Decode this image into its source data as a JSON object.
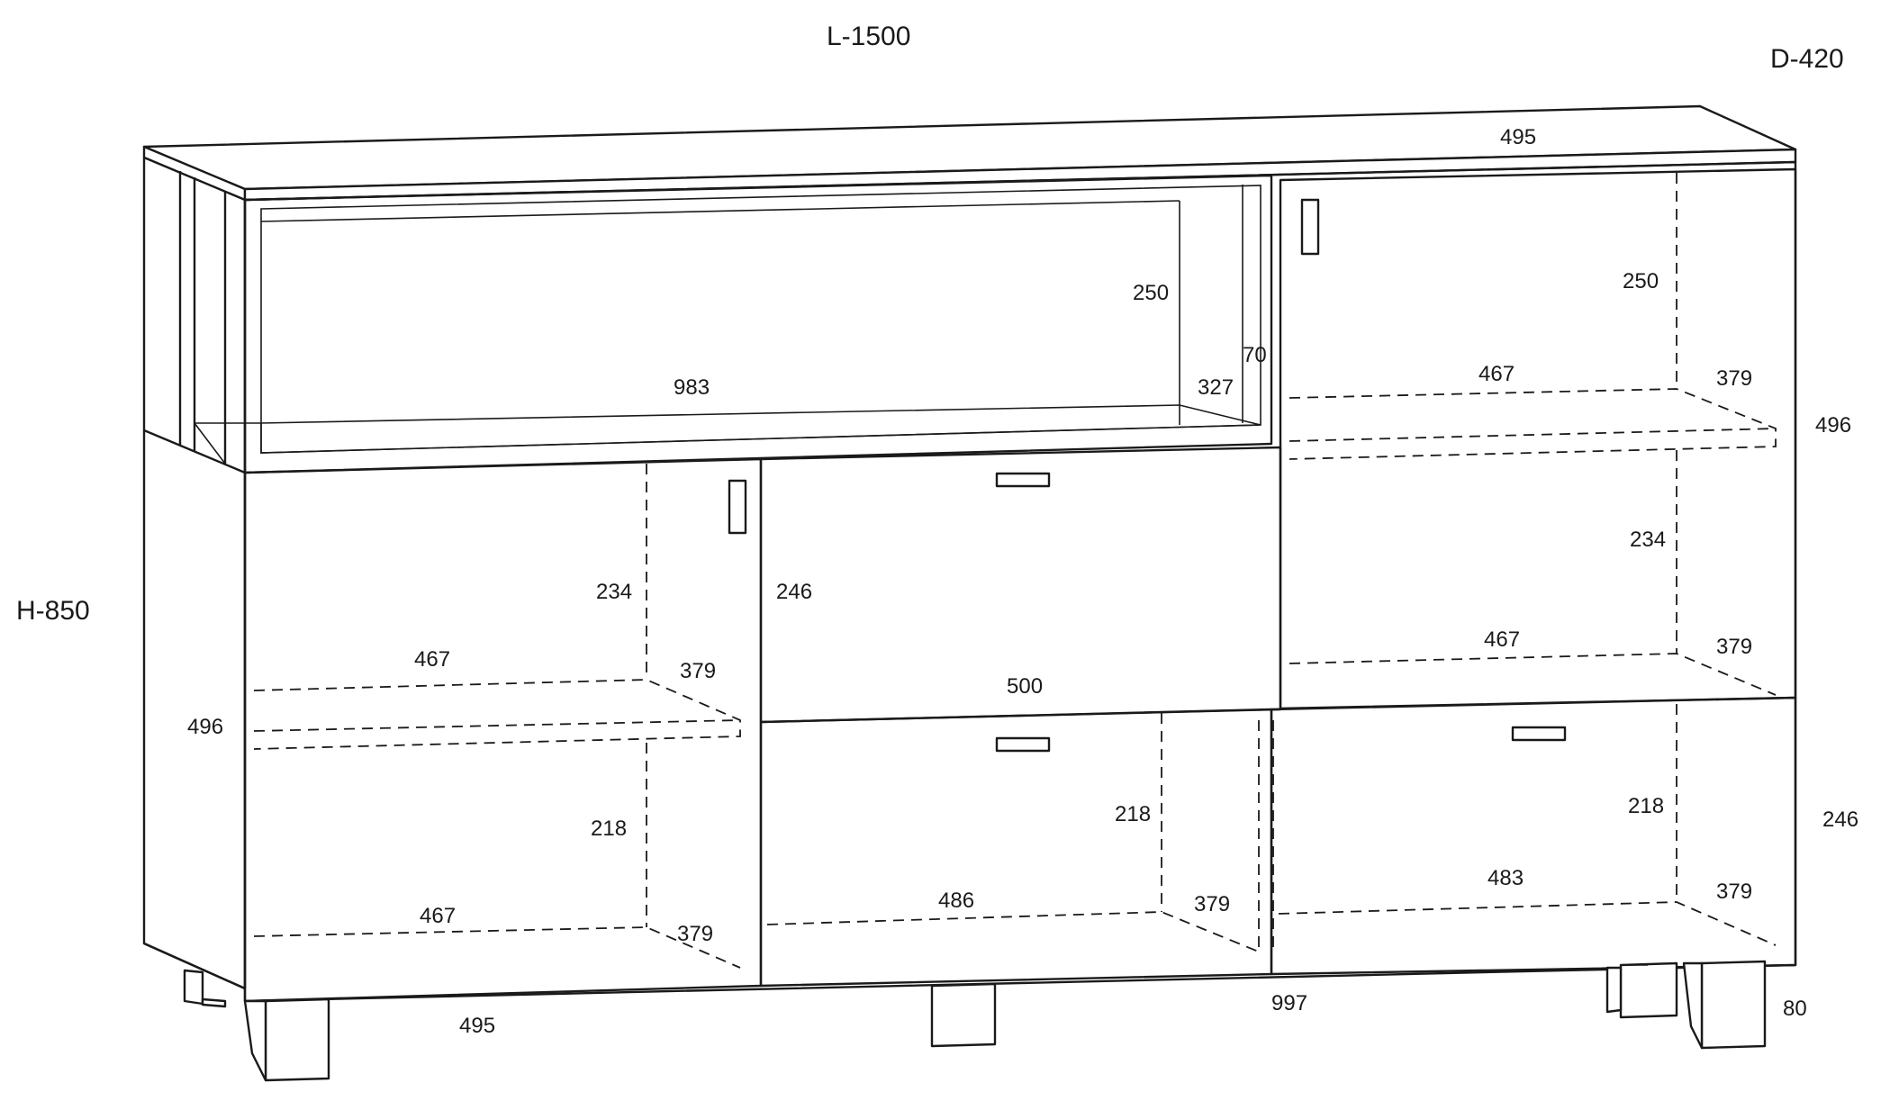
{
  "overall": {
    "length": "L-1500",
    "depth": "D-420",
    "height": "H-850"
  },
  "top_shelf": {
    "width": "983",
    "height": "250",
    "depth": "327",
    "gap": "70"
  },
  "upper_right_cabinet": {
    "width": "495",
    "upper_height": "250",
    "shelf_width": "467",
    "shelf_depth": "379",
    "door_height": "496",
    "lower_height": "234",
    "lower_shelf_width": "467",
    "lower_shelf_depth": "379"
  },
  "left_cabinet": {
    "upper_height": "234",
    "shelf_width": "467",
    "shelf_depth": "379",
    "door_height": "496",
    "lower_height": "218",
    "bottom_width": "467",
    "bottom_depth": "379",
    "width": "495"
  },
  "middle_drawer": {
    "height": "246",
    "width": "500"
  },
  "bottom_drawers": {
    "left_height": "218",
    "left_width": "486",
    "left_depth": "379",
    "right_height": "218",
    "right_width": "483",
    "right_depth": "379",
    "front_height": "246",
    "total_width": "997"
  },
  "legs": {
    "height": "80"
  }
}
